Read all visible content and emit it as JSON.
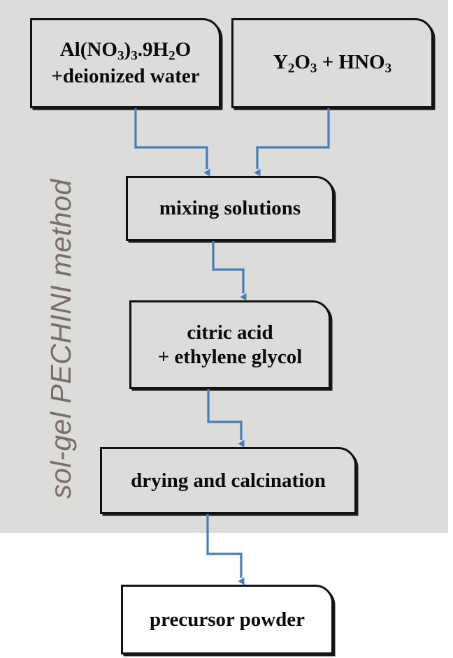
{
  "figure": {
    "type": "process-flowchart",
    "title": "sol-gel PECHINI method precursor powder synthesis flowchart",
    "region_label": "sol-gel PECHINI method",
    "colors": {
      "region_background": "#dcdcda",
      "page_background": "#ffffff",
      "box_border": "#111111",
      "box_fill": "#dcdcda",
      "final_box_fill": "#ffffff",
      "connector": "#4a7db8",
      "region_label_text": "#7a6f67",
      "box_text": "#0a0a0a"
    }
  },
  "nodes": {
    "aluminium_nitrate": {
      "line1_prefix": "Al(NO",
      "line1_sub1": "3",
      "line1_mid": ")",
      "line1_sub2": "3",
      "line1_dot": ".9H",
      "line1_sub3": "2",
      "line1_suffix": "O",
      "line2": "+deionized water",
      "plain_text": "Al(NO3)3.9H2O +deionized water"
    },
    "yttria_nitric": {
      "prefix": "Y",
      "sub1": "2",
      "mid": "O",
      "sub2": "3",
      "plus": " + HNO",
      "sub3": "3",
      "plain_text": "Y2O3 + HNO3"
    },
    "mixing": {
      "label": "mixing solutions"
    },
    "chelating": {
      "line1": "citric acid",
      "line2": "+ ethylene glycol",
      "plain_text": "citric acid + ethylene glycol"
    },
    "drying": {
      "label": "drying and calcination"
    },
    "product": {
      "label": "precursor powder"
    }
  },
  "connectors": [
    {
      "name": "aluminium-nitrate-to-mixing",
      "from": "aluminium_nitrate",
      "to": "mixing",
      "shape": "stepped-right-down"
    },
    {
      "name": "yttria-nitric-to-mixing",
      "from": "yttria_nitric",
      "to": "mixing",
      "shape": "stepped-left-down"
    },
    {
      "name": "mixing-to-chelating",
      "from": "mixing",
      "to": "chelating",
      "shape": "stepped-right-down"
    },
    {
      "name": "chelating-to-drying",
      "from": "chelating",
      "to": "drying",
      "shape": "stepped-right-down"
    },
    {
      "name": "drying-to-product",
      "from": "drying",
      "to": "product",
      "shape": "stepped-right-down"
    }
  ]
}
